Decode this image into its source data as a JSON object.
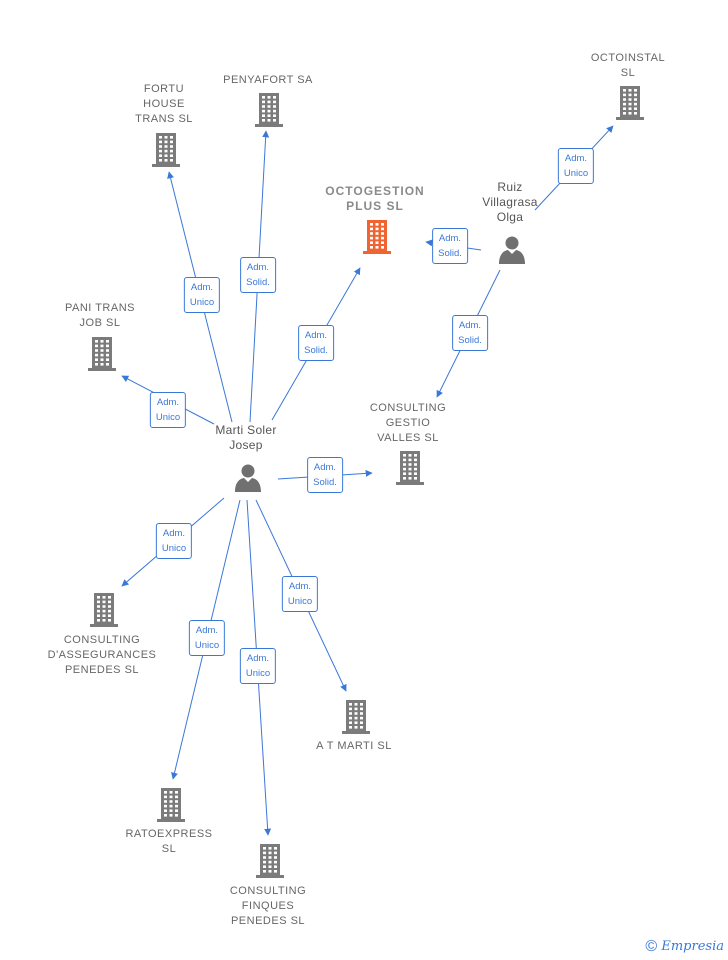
{
  "colors": {
    "arrow": "#3a78d8",
    "building": "#7b7b7b",
    "focus": "#f06432",
    "person": "#707070"
  },
  "nodes": [
    {
      "id": "marti",
      "kind": "person",
      "lines": [
        "Marti Soler",
        "Josep"
      ]
    },
    {
      "id": "ruiz",
      "kind": "person",
      "lines": [
        "Ruiz",
        "Villagrasa",
        "Olga"
      ]
    },
    {
      "id": "octogestion",
      "kind": "company",
      "focus": true,
      "lines": [
        "OCTOGESTION",
        "PLUS SL"
      ]
    },
    {
      "id": "penyafort",
      "kind": "company",
      "lines": [
        "PENYAFORT SA"
      ]
    },
    {
      "id": "fortu",
      "kind": "company",
      "lines": [
        "FORTU",
        "HOUSE",
        "TRANS SL"
      ]
    },
    {
      "id": "octoinstal",
      "kind": "company",
      "lines": [
        "OCTOINSTAL",
        "SL"
      ]
    },
    {
      "id": "pani",
      "kind": "company",
      "lines": [
        "PANI TRANS",
        "JOB SL"
      ]
    },
    {
      "id": "gestio",
      "kind": "company",
      "lines": [
        "CONSULTING",
        "GESTIO",
        "VALLES SL"
      ]
    },
    {
      "id": "assegurances",
      "kind": "company",
      "lines": [
        "CONSULTING",
        "D'ASSEGURANCES",
        "PENEDES SL"
      ]
    },
    {
      "id": "atmarti",
      "kind": "company",
      "lines": [
        "A T MARTI SL"
      ]
    },
    {
      "id": "ratoexpress",
      "kind": "company",
      "lines": [
        "RATOEXPRESS",
        "SL"
      ]
    },
    {
      "id": "finques",
      "kind": "company",
      "lines": [
        "CONSULTING",
        "FINQUES",
        "PENEDES SL"
      ]
    }
  ],
  "edges": [
    {
      "from": "marti",
      "to": "fortu",
      "role": [
        "Adm.",
        "Unico"
      ]
    },
    {
      "from": "marti",
      "to": "penyafort",
      "role": [
        "Adm.",
        "Solid."
      ]
    },
    {
      "from": "marti",
      "to": "octogestion",
      "role": [
        "Adm.",
        "Solid."
      ]
    },
    {
      "from": "marti",
      "to": "pani",
      "role": [
        "Adm.",
        "Unico"
      ]
    },
    {
      "from": "marti",
      "to": "gestio",
      "role": [
        "Adm.",
        "Solid."
      ]
    },
    {
      "from": "marti",
      "to": "assegurances",
      "role": [
        "Adm.",
        "Unico"
      ]
    },
    {
      "from": "marti",
      "to": "ratoexpress",
      "role": [
        "Adm.",
        "Unico"
      ]
    },
    {
      "from": "marti",
      "to": "finques",
      "role": [
        "Adm.",
        "Unico"
      ]
    },
    {
      "from": "marti",
      "to": "atmarti",
      "role": [
        "Adm.",
        "Unico"
      ]
    },
    {
      "from": "ruiz",
      "to": "octoinstal",
      "role": [
        "Adm.",
        "Unico"
      ]
    },
    {
      "from": "ruiz",
      "to": "octogestion",
      "role": [
        "Adm.",
        "Solid."
      ]
    },
    {
      "from": "ruiz",
      "to": "gestio",
      "role": [
        "Adm.",
        "Solid."
      ]
    }
  ],
  "footer": {
    "copyright": "©",
    "brand": "Empresia"
  }
}
